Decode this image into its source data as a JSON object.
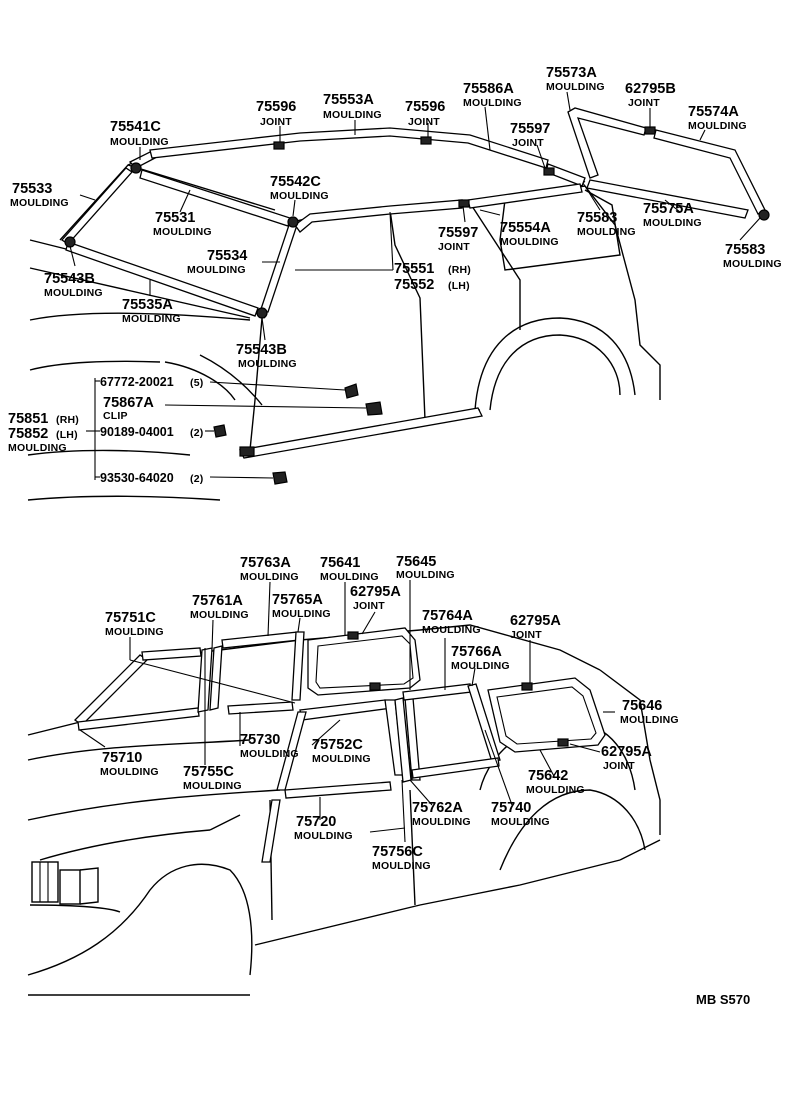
{
  "colors": {
    "ink": "#000000",
    "paper": "#ffffff"
  },
  "labels": {
    "p75541C": "75541C",
    "n75541C": "MOULDING",
    "p75596a": "75596",
    "n75596a": "JOINT",
    "p75553A": "75553A",
    "n75553A": "MOULDING",
    "p75596b": "75596",
    "n75596b": "JOINT",
    "p75586A": "75586A",
    "n75586A": "MOULDING",
    "p75573A": "75573A",
    "n75573A": "MOULDING",
    "p62795Ba": "62795B",
    "n62795Ba": "JOINT",
    "p75574A": "75574A",
    "n75574A": "MOULDING",
    "p75597a": "75597",
    "n75597a": "JOINT",
    "p75533": "75533",
    "n75533": "MOULDING",
    "p75542C": "75542C",
    "n75542C": "MOULDING",
    "p75531": "75531",
    "n75531": "MOULDING",
    "p75575A": "75575A",
    "n75575A": "MOULDING",
    "p75583a": "75583",
    "n75583a": "MOULDING",
    "p75554A": "75554A",
    "n75554A": "MOULDING",
    "p75597b": "75597",
    "n75597b": "JOINT",
    "p75583b": "75583",
    "n75583b": "MOULDING",
    "p75534": "75534",
    "n75534": "MOULDING",
    "p75551": "75551",
    "s75551": "(RH)",
    "p75552": "75552",
    "s75552": "(LH)",
    "p75543Ba": "75543B",
    "n75543Ba": "MOULDING",
    "p75535A": "75535A",
    "n75535A": "MOULDING",
    "p75543Bb": "75543B",
    "n75543Bb": "MOULDING",
    "f67772": "67772-20021",
    "q67772": "(5)",
    "p75867A": "75867A",
    "n75867A": "CLIP",
    "p75851": "75851",
    "s75851": "(RH)",
    "p75852": "75852",
    "s75852": "(LH)",
    "n75851": "MOULDING",
    "f90189": "90189-04001",
    "q90189": "(2)",
    "f93530": "93530-64020",
    "q93530": "(2)",
    "p75763A": "75763A",
    "n75763A": "MOULDING",
    "p75641": "75641",
    "n75641": "MOULDING",
    "p75645": "75645",
    "n75645": "MOULDING",
    "p75761A": "75761A",
    "n75761A": "MOULDING",
    "p75765A": "75765A",
    "n75765A": "MOULDING",
    "p62795Aa": "62795A",
    "n62795Aa": "JOINT",
    "p75751C": "75751C",
    "n75751C": "MOULDING",
    "p75764A": "75764A",
    "n75764A": "MOULDING",
    "p62795Ab": "62795A",
    "n62795Ab": "JOINT",
    "p75766A": "75766A",
    "n75766A": "MOULDING",
    "p75646": "75646",
    "n75646": "MOULDING",
    "p75730": "75730",
    "n75730": "MOULDING",
    "p75752C": "75752C",
    "n75752C": "MOULDING",
    "p75710": "75710",
    "n75710": "MOULDING",
    "p75755C": "75755C",
    "n75755C": "MOULDING",
    "p62795Ac": "62795A",
    "n62795Ac": "JOINT",
    "p75642": "75642",
    "n75642": "MOULDING",
    "p75720": "75720",
    "n75720": "MOULDING",
    "p75762A": "75762A",
    "n75762A": "MOULDING",
    "p75740": "75740",
    "n75740": "MOULDING",
    "p75756C": "75756C",
    "n75756C": "MOULDING",
    "code": "MB  S570"
  }
}
